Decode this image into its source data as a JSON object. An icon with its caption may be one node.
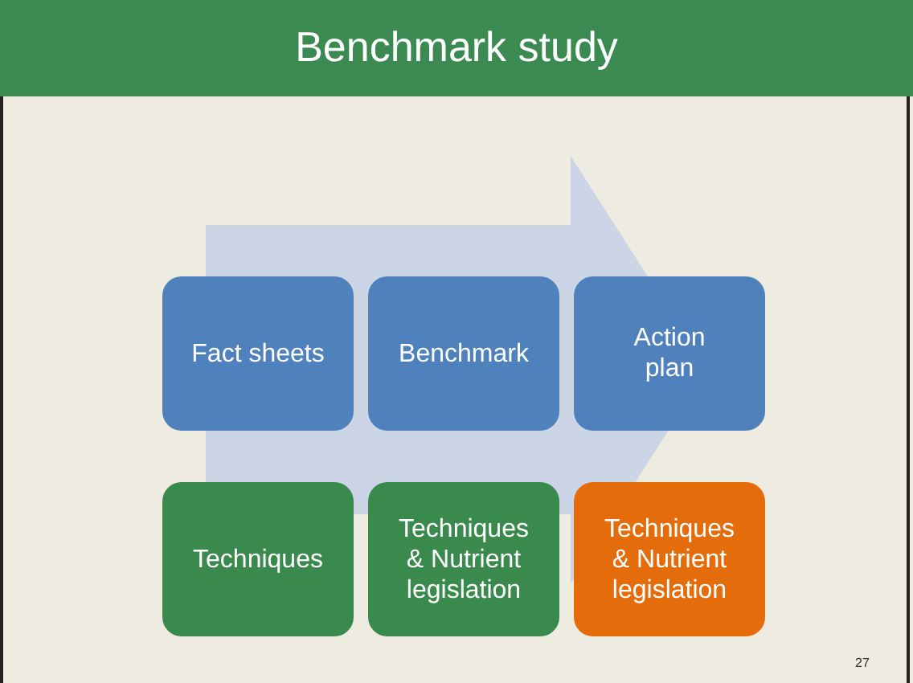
{
  "diagram": {
    "title": "Benchmark study",
    "nodes": [
      {
        "text": [
          "Fact sheets"
        ]
      },
      {
        "text": [
          "Benchmark"
        ]
      },
      {
        "text": [
          "Action plan"
        ]
      },
      {
        "text": [
          "Techniques"
        ]
      },
      {
        "text": [
          "Techniques & Nutrient legislation"
        ]
      },
      {
        "text": [
          "Techniques & Nutrient legislation"
        ]
      }
    ],
    "edges": [
      {
        "from": 0,
        "to": 2,
        "arrow": "to"
      }
    ],
    "labels": [
      "27"
    ]
  }
}
